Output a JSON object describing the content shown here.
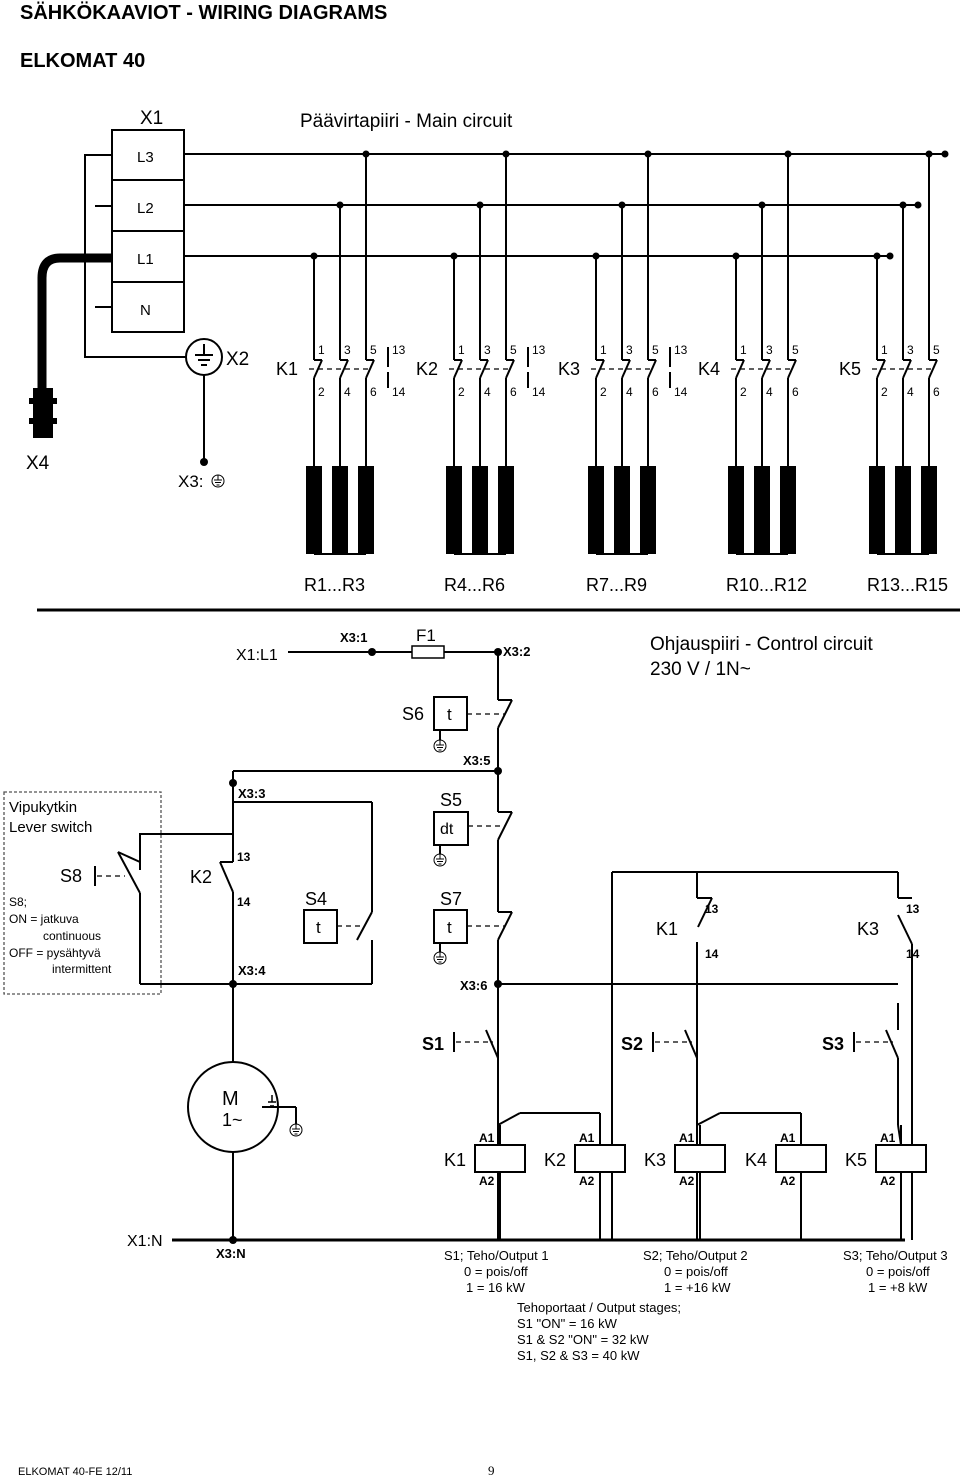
{
  "header": {
    "title": "SÄHKÖKAAVIOT - WIRING DIAGRAMS",
    "model": "ELKOMAT 40"
  },
  "main_circuit": {
    "title": "Päävirtapiiri - Main circuit",
    "terminal_block": {
      "label": "X1",
      "rows": [
        "L3",
        "L2",
        "L1",
        "N"
      ]
    },
    "earth": "X2",
    "plug": "X4",
    "earth_terminal": "X3:",
    "contactors": [
      {
        "label": "K1",
        "top": [
          "1",
          "3",
          "5",
          "13"
        ],
        "bottom": [
          "2",
          "4",
          "6",
          "14"
        ],
        "heaters": "R1...R3"
      },
      {
        "label": "K2",
        "top": [
          "1",
          "3",
          "5",
          "13"
        ],
        "bottom": [
          "2",
          "4",
          "6",
          "14"
        ],
        "heaters": "R4...R6"
      },
      {
        "label": "K3",
        "top": [
          "1",
          "3",
          "5",
          "13"
        ],
        "bottom": [
          "2",
          "4",
          "6",
          "14"
        ],
        "heaters": "R7...R9"
      },
      {
        "label": "K4",
        "top": [
          "1",
          "3",
          "5"
        ],
        "bottom": [
          "2",
          "4",
          "6"
        ],
        "heaters": "R10...R12"
      },
      {
        "label": "K5",
        "top": [
          "1",
          "3",
          "5"
        ],
        "bottom": [
          "2",
          "4",
          "6"
        ],
        "heaters": "R13...R15"
      }
    ]
  },
  "control_circuit": {
    "title_line1": "Ohjauspiiri - Control circuit",
    "title_line2": "230 V / 1N~",
    "supply": "X1:L1",
    "neutral": "X1:N",
    "fuse": "F1",
    "terminals": [
      "X3:1",
      "X3:2",
      "X3:5",
      "X3:3",
      "X3:4",
      "X3:6",
      "X3:N"
    ],
    "lever_switch": {
      "title_line1": "Vipukytkin",
      "title_line2": "Lever switch",
      "label": "S8",
      "notes": [
        "S8;",
        "ON = jatkuva",
        "continuous",
        "OFF = pysähtyvä",
        "intermittent"
      ]
    },
    "switches": [
      {
        "label": "S6",
        "box": "t"
      },
      {
        "label": "S5",
        "box": "dt"
      },
      {
        "label": "S4",
        "box": "t"
      },
      {
        "label": "S7",
        "box": "t"
      }
    ],
    "k2_aux": {
      "label": "K2",
      "top": "13",
      "bottom": "14"
    },
    "k1_aux": {
      "label": "K1",
      "top": "13",
      "bottom": "14"
    },
    "k3_aux": {
      "label": "K3",
      "top": "13",
      "bottom": "14"
    },
    "output_switches": [
      "S1",
      "S2",
      "S3"
    ],
    "motor": {
      "line1": "M",
      "line2": "1~"
    },
    "coils": [
      {
        "label": "K1",
        "a1": "A1",
        "a2": "A2"
      },
      {
        "label": "K2",
        "a1": "A1",
        "a2": "A2"
      },
      {
        "label": "K3",
        "a1": "A1",
        "a2": "A2"
      },
      {
        "label": "K4",
        "a1": "A1",
        "a2": "A2"
      },
      {
        "label": "K5",
        "a1": "A1",
        "a2": "A2"
      }
    ],
    "legends": [
      [
        "S1; Teho/Output 1",
        "0 = pois/off",
        "1 = 16 kW"
      ],
      [
        "S2; Teho/Output 2",
        "0 = pois/off",
        "1 = +16 kW"
      ],
      [
        "S3; Teho/Output 3",
        "0 = pois/off",
        "1 = +8 kW"
      ]
    ],
    "stages": [
      "Tehoportaat / Output stages;",
      "S1 \"ON\" = 16 kW",
      "S1 & S2 \"ON\" = 32 kW",
      "S1, S2 & S3 = 40 kW"
    ]
  },
  "footer": {
    "doc": "ELKOMAT 40-FE   12/11",
    "page": "9"
  }
}
